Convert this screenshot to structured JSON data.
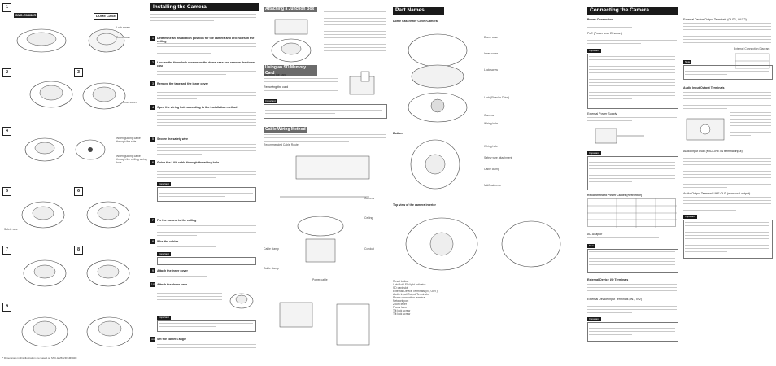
{
  "install": {
    "title": "Installing the Camera",
    "title_bar": "Installing the Camera"
  },
  "steps": [
    {
      "n": "1",
      "label": "Determine an installation position for the camera and drill holes in the ceiling"
    },
    {
      "n": "2",
      "label": "Loosen the three lock screws on the dome case and remove the dome case"
    },
    {
      "n": "3",
      "label": "Remove the tape and the inner cover"
    },
    {
      "n": "4",
      "label": "Open the wiring hole according to the installation method"
    },
    {
      "n": "5",
      "label": "Secure the safety wire"
    },
    {
      "n": "6",
      "label": "Guide the LAN cable through the wiring hole"
    },
    {
      "n": "7",
      "label": "Fix the camera to the ceiling"
    },
    {
      "n": "8",
      "label": "Wire the cables"
    },
    {
      "n": "9",
      "label": "Attach the inner cover"
    },
    {
      "n": "10",
      "label": "Attach the dome case"
    },
    {
      "n": "11",
      "label": "Set the camera angle"
    }
  ],
  "important_label": "Important",
  "junction": {
    "title": "Attaching a Junction Box"
  },
  "sd": {
    "title": "Using an SD Memory Card",
    "insert": "Inserting the card",
    "remove": "Removing the card"
  },
  "cable": {
    "title": "Cable Wiring Method",
    "sample": "Recommended Cable Route",
    "labels": [
      "Camera",
      "Ceiling",
      "Cable clamp",
      "Cable clamp",
      "Conduit",
      "Power cable"
    ]
  },
  "parts": {
    "title": "Part Names",
    "sub": "Dome Case/Inner Cover/Camera",
    "labels": [
      "Dome case",
      "Inner cover",
      "Lock screw",
      "Lock (Fixed in Drive)",
      "Camera",
      "Wiring hole"
    ],
    "bottom": "Bottom",
    "bottom_labels": [
      "Wiring hole",
      "Safety wire attachment",
      "Cable clamp",
      "MAC address"
    ],
    "top": "Top view of the camera interior",
    "top_list": [
      "Reset button",
      "Link/Act LED light indicator",
      "SD card slot",
      "External Device Terminals (IN, OUT)",
      "Audio Input/Output Terminals",
      "Power connection terminal",
      "Network port",
      "Zoom lever",
      "Focus lever",
      "Tilt lock screw",
      "Tilt lock screw"
    ]
  },
  "connect": {
    "title": "Connecting the Camera",
    "power": "Power Connection",
    "poe": "PoE (Power over Ethernet)",
    "ext_power": "External Power Supply",
    "table_title": "Recommended Power Cables (Reference)",
    "ac": "AC Adaptor",
    "ext_io": "External Device I/O Terminals",
    "ext_in": "External Device Input Terminals (IN1, IN2)",
    "ext_out": "External Device Output Terminals (OUT1, OUT2)",
    "audio": "Audio Input/Output Terminals",
    "audio_in": "Audio Input Dual (MIC/LINE IN terminal input)",
    "audio_out": "Audio Output Terminal LINE OUT (monaural output)",
    "note": "Note",
    "diagram_label": "External Connection Diagram"
  },
  "badges": {
    "dark": "SNC-EM632R",
    "light": "DOME CASE"
  },
  "fig_labels": {
    "lock_screw": "Lock screw",
    "dome_case": "Dome case",
    "inner_cover": "Inner cover",
    "hole1": "When guiding cable through the side",
    "hole2": "When guiding cable through the ceiling wiring hole",
    "safety": "Safety wire"
  },
  "footnote": "* Dimensions in this illustration are based on SNC-EM632R/EM602R."
}
